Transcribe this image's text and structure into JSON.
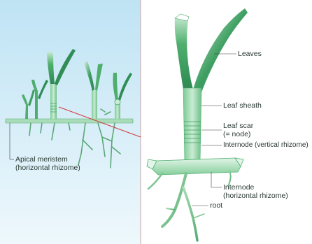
{
  "labels": {
    "leaves": "Leaves",
    "leaf_sheath": "Leaf sheath",
    "leaf_scar_line1": "Leaf scar",
    "leaf_scar_line2": "(= node)",
    "internode_vertical": "Internode (vertical rhizome)",
    "internode_horizontal_line1": "Internode",
    "internode_horizontal_line2": "(horizontal rhizome)",
    "root": "root",
    "apical_meristem_line1": "Apical meristem",
    "apical_meristem_line2": "(horizontal rhizome)"
  },
  "colors": {
    "left_panel_top": "#bfe3f4",
    "left_panel_bottom": "#e9f6fb",
    "plant_dark": "#2f8d55",
    "plant_mid": "#5cb87a",
    "plant_light": "#b8e3c4",
    "zoom_line": "#d23a3a",
    "leader_line": "#3a3a3a"
  }
}
